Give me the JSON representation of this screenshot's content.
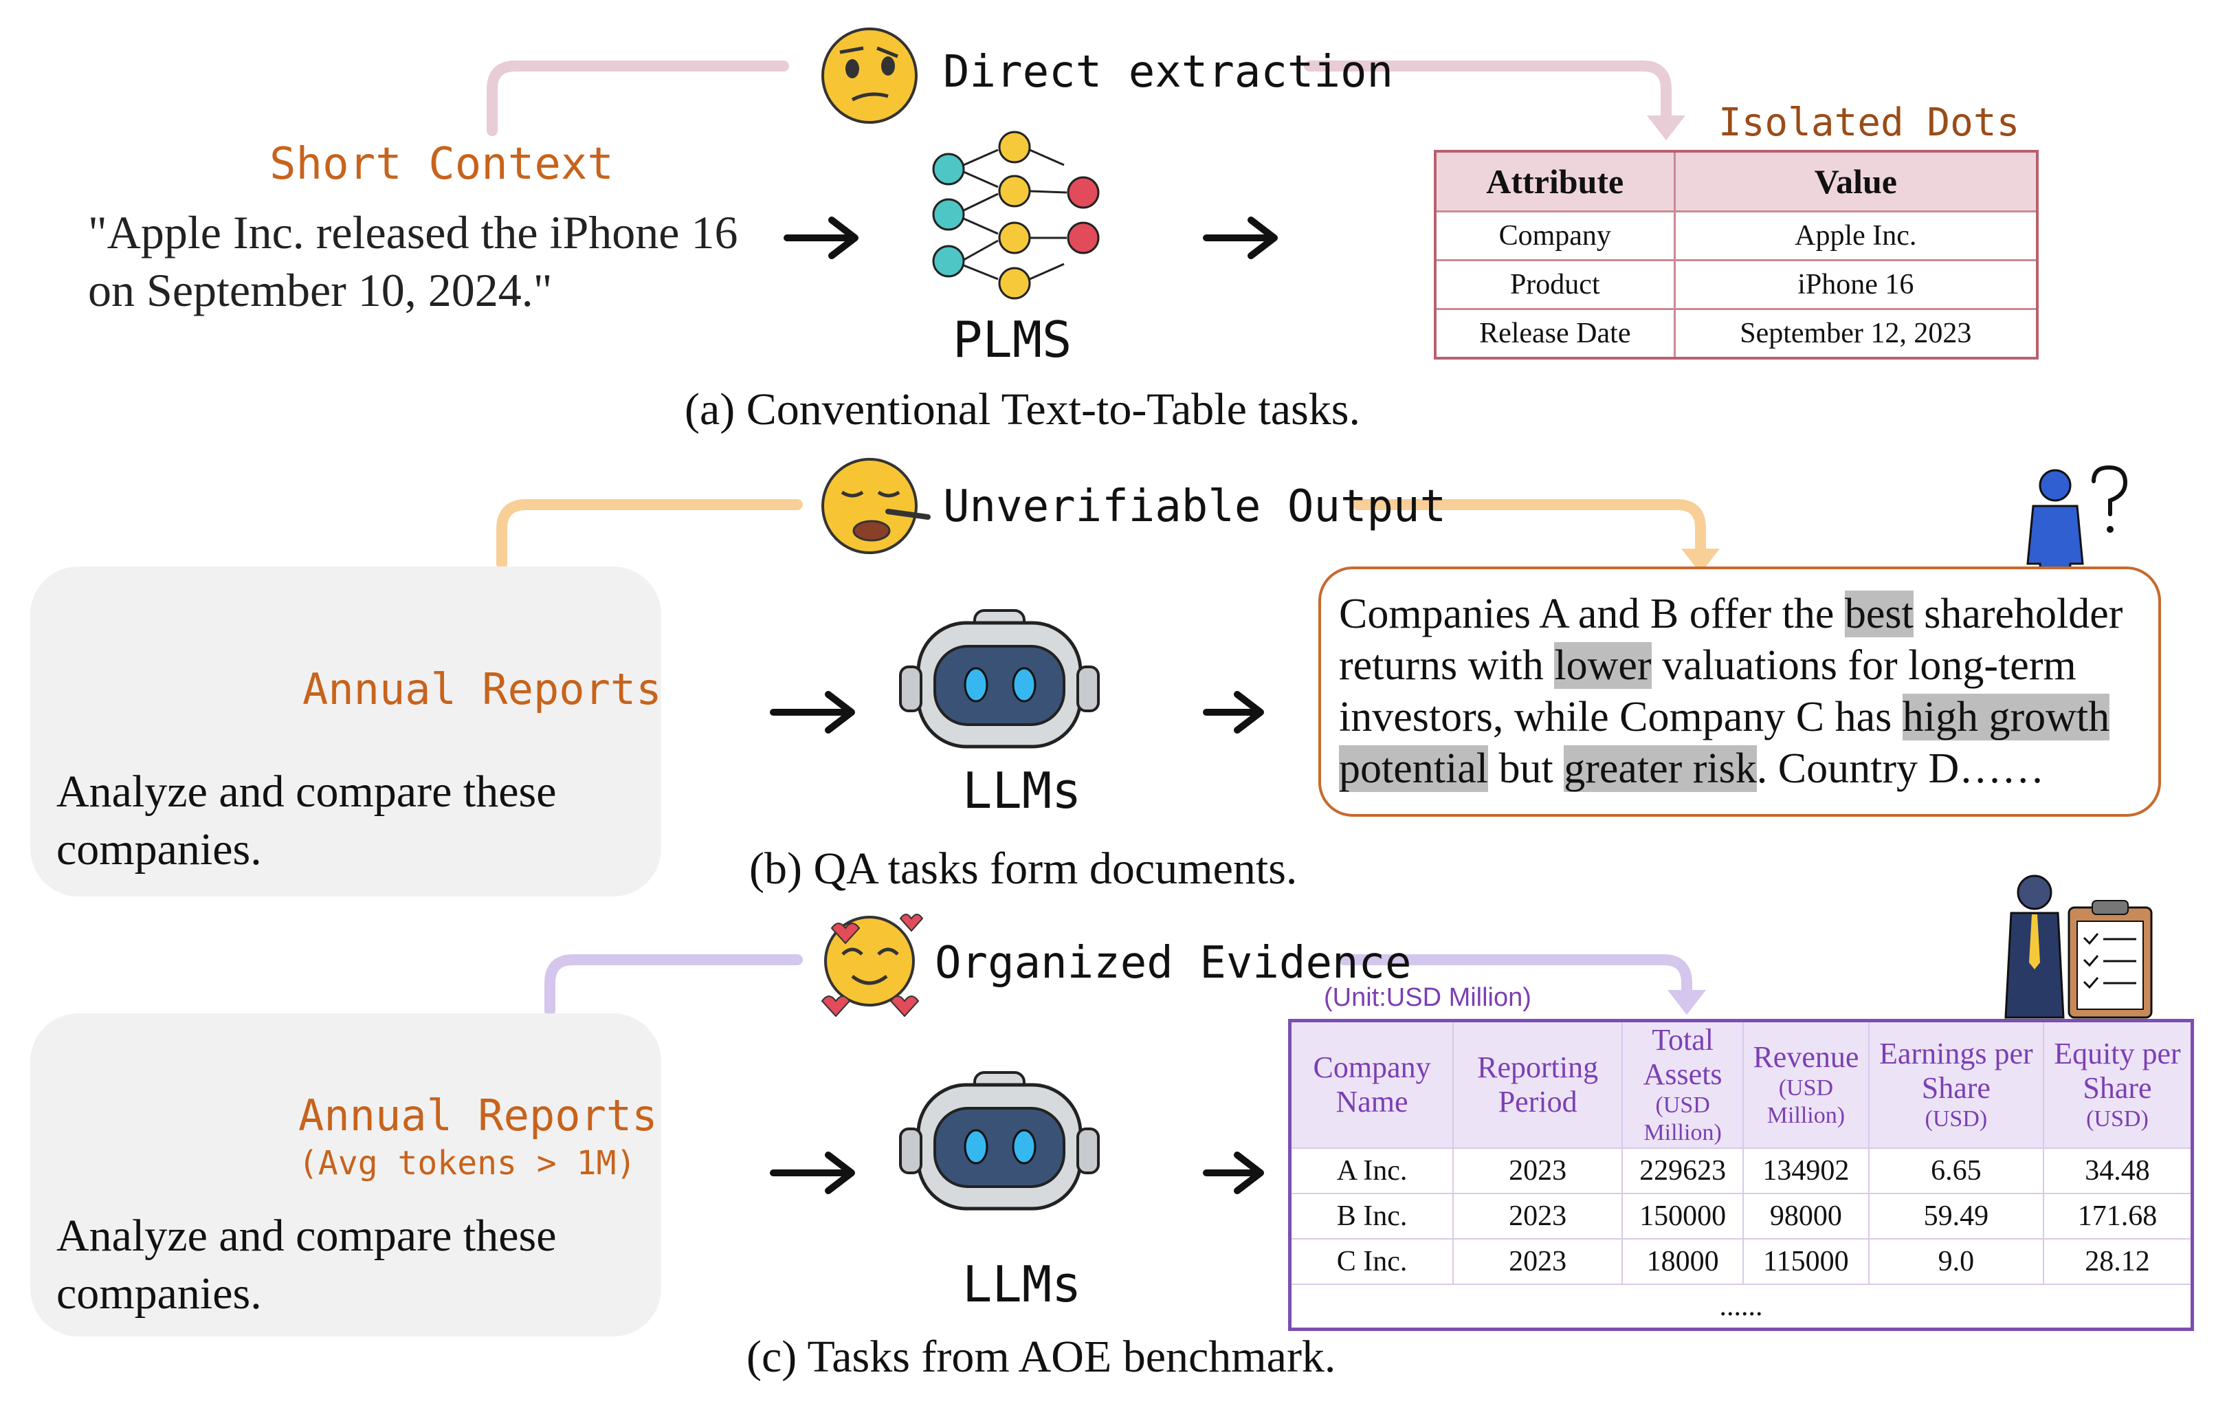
{
  "section_a": {
    "banner": "Direct extraction",
    "context_label": "Short Context",
    "context_text": "\"Apple Inc. released the iPhone 16 on September 10, 2024.\"",
    "model_label": "PLMS",
    "result_label": "Isolated  Dots",
    "caption": "(a) Conventional Text-to-Table tasks.",
    "table": {
      "headers": [
        "Attribute",
        "Value"
      ],
      "rows": [
        [
          "Company",
          "Apple Inc."
        ],
        [
          "Product",
          "iPhone 16"
        ],
        [
          "Release Date",
          "September 12, 2023"
        ]
      ]
    }
  },
  "section_b": {
    "banner": "Unverifiable Output",
    "doc_label": "Annual Reports",
    "prompt_text": "Analyze and compare these companies.",
    "model_label": "LLMs",
    "caption": "(b) QA tasks form documents.",
    "answer_parts": [
      "Companies A and B offer the ",
      "best",
      " shareholder returns with ",
      "lower",
      " valuations for long-term investors, while Company C has ",
      "high growth potential",
      " but ",
      "greater risk",
      ". Country D……"
    ]
  },
  "section_c": {
    "banner": "Organized Evidence",
    "doc_label": "Annual Reports",
    "doc_sublabel": "(Avg tokens > 1M)",
    "prompt_text": "Analyze and compare these companies.",
    "model_label": "LLMs",
    "unit_label": "(Unit:USD Million)",
    "caption": "(c) Tasks from AOE benchmark.",
    "table": {
      "headers": [
        {
          "main": "Company Name",
          "sub": ""
        },
        {
          "main": "Reporting Period",
          "sub": ""
        },
        {
          "main": "Total Assets",
          "sub": "(USD Million)"
        },
        {
          "main": "Revenue",
          "sub": "(USD Million)"
        },
        {
          "main": "Earnings per Share",
          "sub": "(USD)"
        },
        {
          "main": "Equity per Share",
          "sub": "(USD)"
        }
      ],
      "rows": [
        [
          "A Inc.",
          "2023",
          "229623",
          "134902",
          "6.65",
          "34.48"
        ],
        [
          "B Inc.",
          "2023",
          "150000",
          "98000",
          "59.49",
          "171.68"
        ],
        [
          "C Inc.",
          "2023",
          "18000",
          "115000",
          "9.0",
          "28.12"
        ]
      ],
      "ellipsis": "......"
    }
  },
  "colors": {
    "pink_connector": "#e8ccd6",
    "orange_connector": "#f9cf98",
    "purple_connector": "#d4c6ec",
    "orange_text": "#c7631c",
    "purple_text": "#7b3fb2"
  }
}
